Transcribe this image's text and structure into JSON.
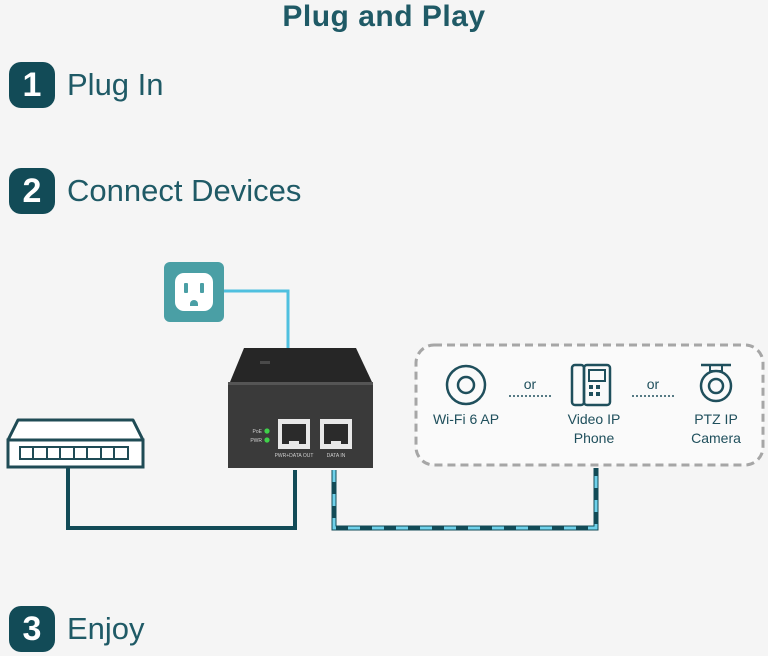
{
  "title": "Plug and Play",
  "steps": [
    {
      "number": "1",
      "label": "Plug In"
    },
    {
      "number": "2",
      "label": "Connect Devices"
    },
    {
      "number": "3",
      "label": "Enjoy"
    }
  ],
  "injector": {
    "led_poe": "PoE",
    "led_pwr": "PWR",
    "port_out": "PWR+DATA OUT",
    "port_in": "DATA IN"
  },
  "devices": {
    "ap_label": "Wi-Fi 6 AP",
    "phone_label_1": "Video IP",
    "phone_label_2": "Phone",
    "camera_label_1": "PTZ IP",
    "camera_label_2": "Camera",
    "or_1": "or",
    "or_2": "or"
  },
  "colors": {
    "brand_teal": "#124b57",
    "outlet": "#4a9fa5",
    "power_cable": "#4fc0df",
    "poe_cable_accent": "#6fd1ea"
  }
}
